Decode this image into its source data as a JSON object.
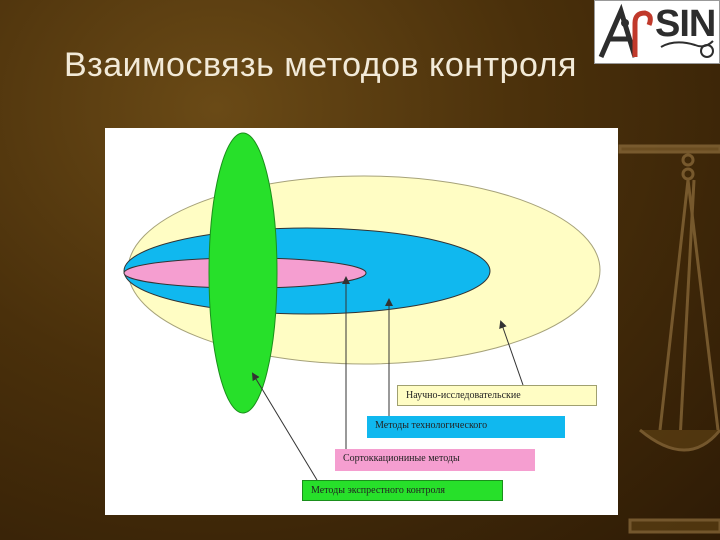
{
  "slide": {
    "title": "Взаимосвязь методов контроля"
  },
  "logo": {
    "text": "SIN"
  },
  "colors": {
    "background": "#4a300b",
    "research": "#fffdc4",
    "technological": "#10b8ef",
    "sorting": "#f59ed0",
    "express": "#27e02a"
  },
  "diagram": {
    "labels": {
      "research": "Научно-исследовательские",
      "technological": "Методы технологического",
      "sorting": "Сортоккациониные методы",
      "express": "Методы экспрестного контроля"
    }
  }
}
